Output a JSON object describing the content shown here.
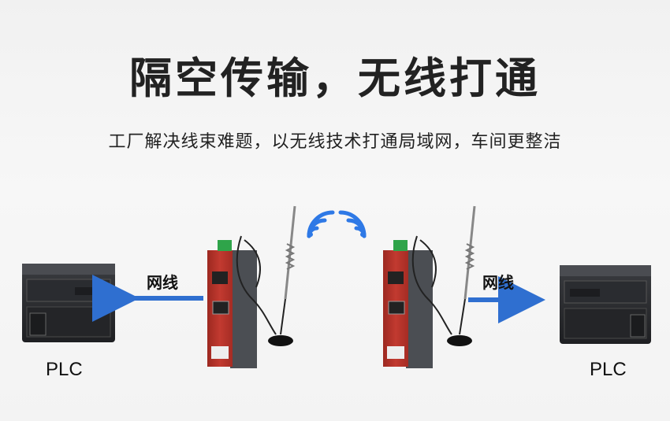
{
  "headline": "隔空传输，无线打通",
  "subheadline": "工厂解决线束难题，以无线技术打通局域网，车间更整洁",
  "left": {
    "cable_label": "网线",
    "device_label": "PLC"
  },
  "right": {
    "cable_label": "网线",
    "device_label": "PLC"
  },
  "colors": {
    "arrow": "#2f6fd0",
    "router_red": "#b8322a",
    "plc_dark": "#2b2d31",
    "wifi": "#2e79e6"
  }
}
